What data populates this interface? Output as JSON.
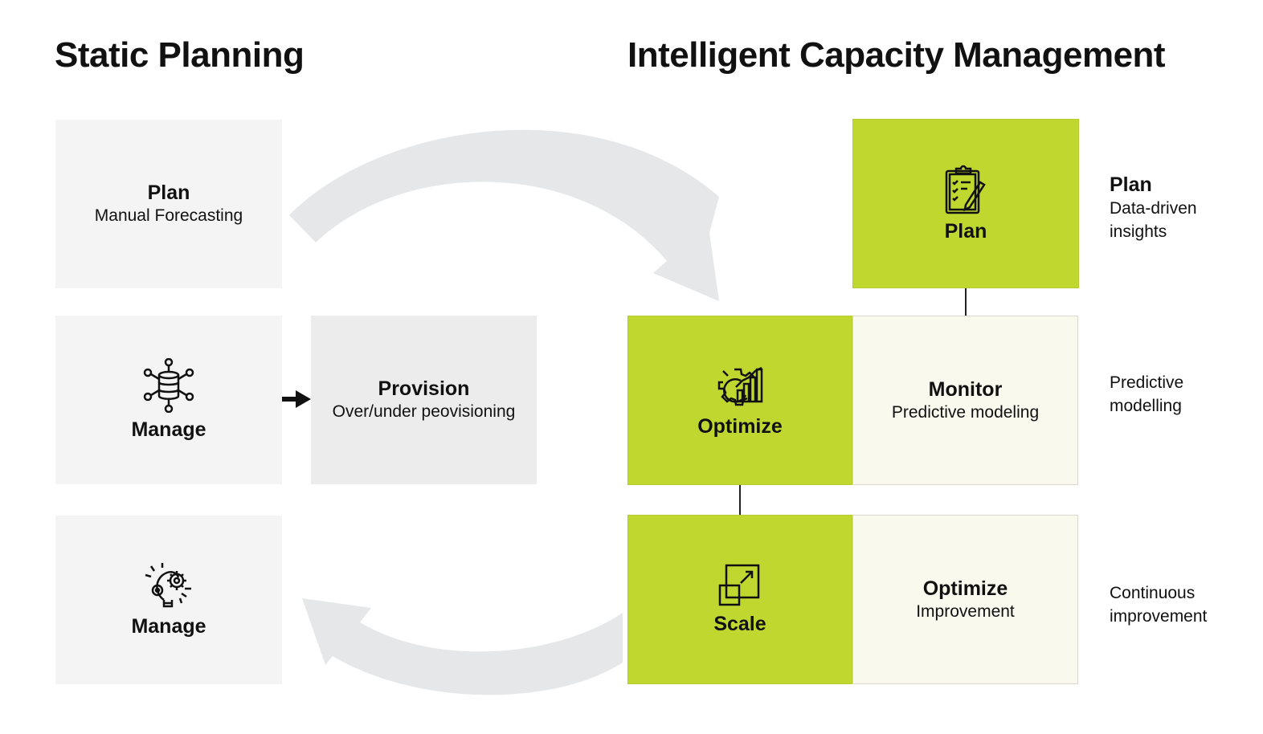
{
  "left": {
    "title": "Static Planning",
    "plan": {
      "title": "Plan",
      "subtitle": "Manual Forecasting"
    },
    "manage1": {
      "title": "Manage",
      "icon": "database-network-icon"
    },
    "provision": {
      "title": "Provision",
      "subtitle": "Over/under peovisioning"
    },
    "manage2": {
      "title": "Manage",
      "icon": "lightbulb-gears-icon"
    }
  },
  "right": {
    "title": "Intelligent Capacity Management",
    "plan": {
      "title": "Plan",
      "icon": "clipboard-checklist-icon"
    },
    "optimize": {
      "title": "Optimize",
      "icon": "gear-chart-icon"
    },
    "monitor": {
      "title": "Monitor",
      "subtitle": "Predictive modeling"
    },
    "scale": {
      "title": "Scale",
      "icon": "scale-resize-icon"
    },
    "optimize2": {
      "title": "Optimize",
      "subtitle": "Improvement"
    }
  },
  "side_notes": [
    {
      "title": "Plan",
      "lines": [
        "Data-driven",
        "insights"
      ]
    },
    {
      "title": "",
      "lines": [
        "Predictive",
        "modelling"
      ]
    },
    {
      "title": "",
      "lines": [
        "Continuous",
        "improvement"
      ]
    }
  ],
  "colors": {
    "accent": "#c0d730",
    "cream": "#f9f9ee",
    "gray": "#f4f4f4",
    "arrow": "#e6e7e8"
  }
}
